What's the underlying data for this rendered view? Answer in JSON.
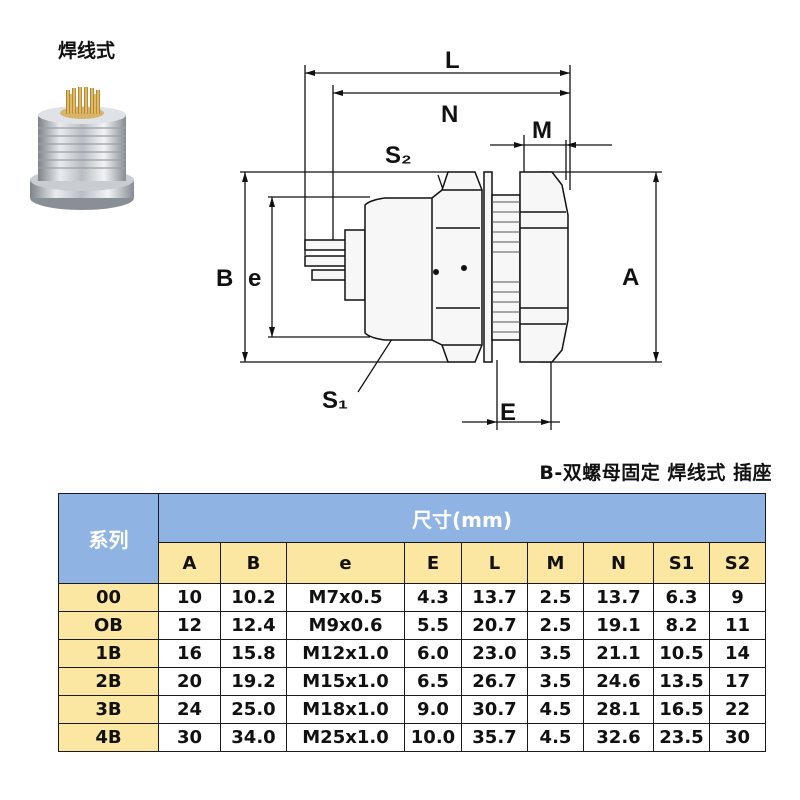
{
  "product_label": "焊线式",
  "table_title": "B-双螺母固定 焊线式 插座",
  "drawing_labels": {
    "L": "L",
    "N": "N",
    "M": "M",
    "S2": "S₂",
    "S1": "S₁",
    "B": "B",
    "e": "e",
    "A": "A",
    "E": "E"
  },
  "table": {
    "series_header": "系列",
    "size_header": "尺寸(mm)",
    "columns": [
      "A",
      "B",
      "e",
      "E",
      "L",
      "M",
      "N",
      "S1",
      "S2"
    ],
    "rows": [
      {
        "series": "00",
        "values": [
          "10",
          "10.2",
          "M7x0.5",
          "4.3",
          "13.7",
          "2.5",
          "13.7",
          "6.3",
          "9"
        ]
      },
      {
        "series": "OB",
        "values": [
          "12",
          "12.4",
          "M9x0.6",
          "5.5",
          "20.7",
          "2.5",
          "19.1",
          "8.2",
          "11"
        ]
      },
      {
        "series": "1B",
        "values": [
          "16",
          "15.8",
          "M12x1.0",
          "6.0",
          "23.0",
          "3.5",
          "21.1",
          "10.5",
          "14"
        ]
      },
      {
        "series": "2B",
        "values": [
          "20",
          "19.2",
          "M15x1.0",
          "6.5",
          "26.7",
          "3.5",
          "24.6",
          "13.5",
          "17"
        ]
      },
      {
        "series": "3B",
        "values": [
          "24",
          "25.0",
          "M18x1.0",
          "9.0",
          "30.7",
          "4.5",
          "28.1",
          "16.5",
          "22"
        ]
      },
      {
        "series": "4B",
        "values": [
          "30",
          "34.0",
          "M25x1.0",
          "10.0",
          "35.7",
          "4.5",
          "32.6",
          "23.5",
          "30"
        ]
      }
    ]
  }
}
